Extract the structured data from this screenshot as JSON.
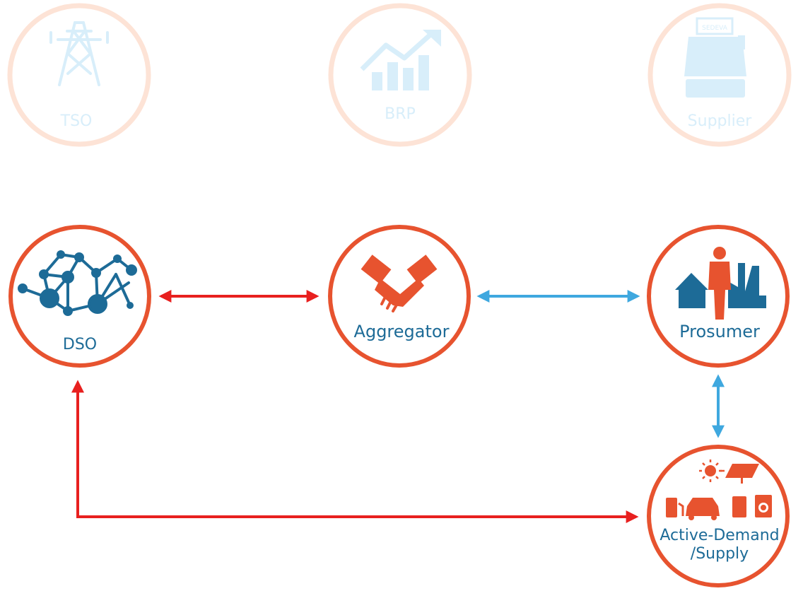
{
  "nodes": {
    "tso": {
      "label": "TSO"
    },
    "brp": {
      "label": "BRP"
    },
    "supplier": {
      "label": "Supplier",
      "register_text": "SEDEVA"
    },
    "dso": {
      "label": "DSO"
    },
    "aggregator": {
      "label": "Aggregator"
    },
    "prosumer": {
      "label": "Prosumer"
    },
    "active_demand": {
      "label_line1": "Active-Demand",
      "label_line2": "/Supply"
    }
  },
  "colors": {
    "accent_red": "#e7532f",
    "arrow_red": "#e8201f",
    "arrow_blue": "#3fa8df",
    "icon_blue": "#1d6b97",
    "faded_ring": "#fde3d6",
    "faded_icon": "#d8eefa"
  },
  "connections": [
    {
      "from": "DSO",
      "to": "Aggregator",
      "color": "red",
      "bidirectional": true
    },
    {
      "from": "Aggregator",
      "to": "Prosumer",
      "color": "blue",
      "bidirectional": true
    },
    {
      "from": "Prosumer",
      "to": "Active-Demand/Supply",
      "color": "blue",
      "bidirectional": true
    },
    {
      "from": "DSO",
      "to": "Active-Demand/Supply",
      "color": "red",
      "bidirectional": true
    }
  ]
}
